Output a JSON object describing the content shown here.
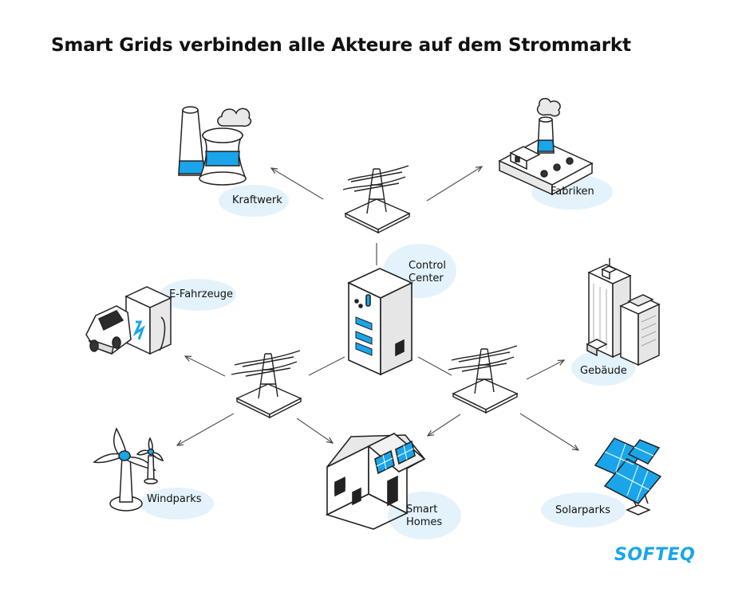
{
  "title": "Smart Grids verbinden alle Akteure auf dem Strommarkt",
  "logo": "SOFTEQ",
  "colors": {
    "accent": "#1aa5ea",
    "blob": "#e3f2fb",
    "ink": "#222222",
    "panel": "#3da7e8"
  },
  "nodes": {
    "kraftwerk": "Kraftwerk",
    "fabriken": "Fabriken",
    "control_center": "Control\nCenter",
    "e_fahrzeuge": "E-Fahrzeuge",
    "gebaeude": "Gebäude",
    "windparks": "Windparks",
    "smart_homes": "Smart\nHomes",
    "solarparks": "Solarparks"
  }
}
